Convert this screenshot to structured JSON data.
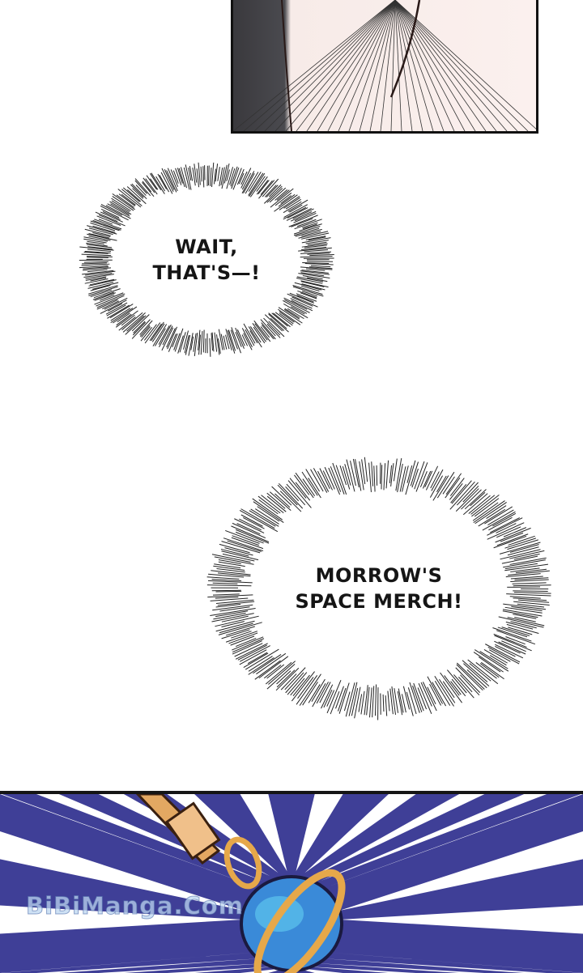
{
  "bubbles": [
    {
      "lines": [
        "WAIT,",
        "THAT'S—!"
      ]
    },
    {
      "lines": [
        "MORROW'S",
        "SPACE MERCH!"
      ]
    }
  ],
  "watermark": "BiBiManga.Com",
  "colors": {
    "panel_blue": "#3f3f97",
    "planet": "#3a8ad8",
    "ring_gold": "#e6a84a",
    "skin": "#fbf0ee"
  }
}
